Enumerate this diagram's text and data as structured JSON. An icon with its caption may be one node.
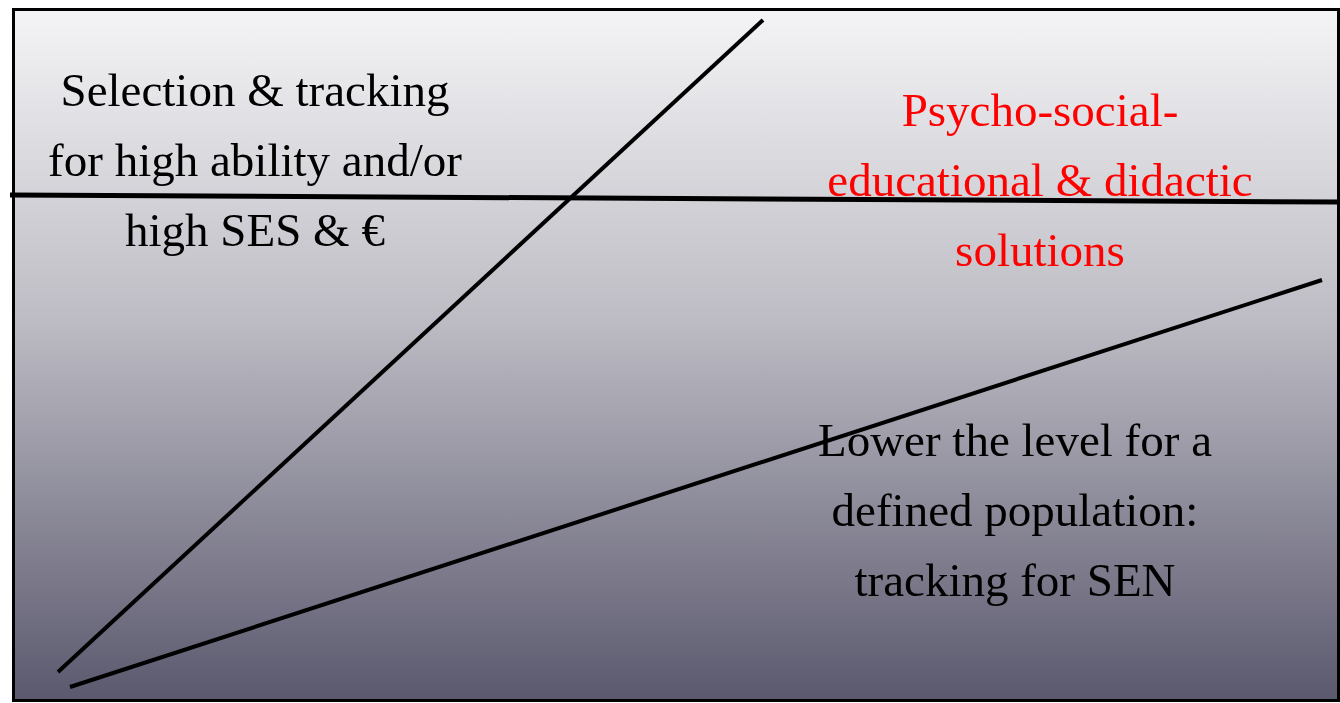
{
  "diagram": {
    "labels": [
      "Selection & tracking for high ability and/or high SES & €",
      "Psycho-social-educational & didactic solutions",
      "Lower the level for a defined population: tracking for SEN"
    ]
  }
}
